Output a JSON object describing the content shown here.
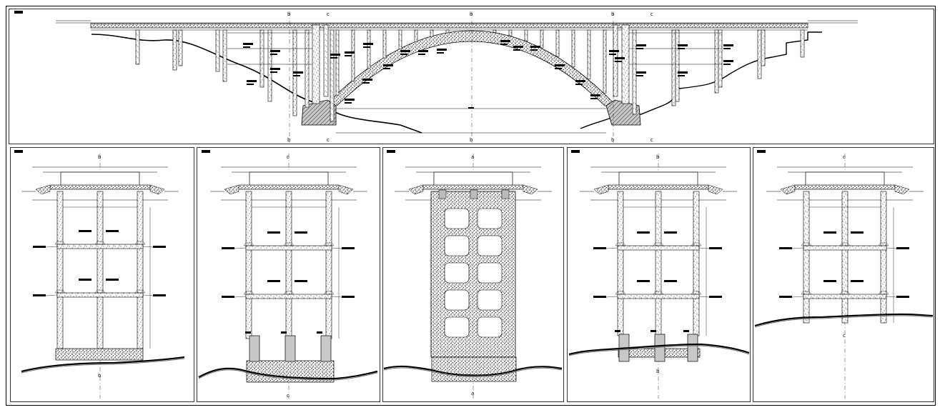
{
  "drawing": {
    "axis_markers": {
      "b": "b",
      "c": "c",
      "a": "a"
    },
    "colors": {
      "ink": "#000000",
      "concrete_fill": "#ffffff",
      "foundation_fill": "#bdbdbd",
      "ground_fill": "#8a8a8a",
      "paper": "#ffffff"
    }
  }
}
